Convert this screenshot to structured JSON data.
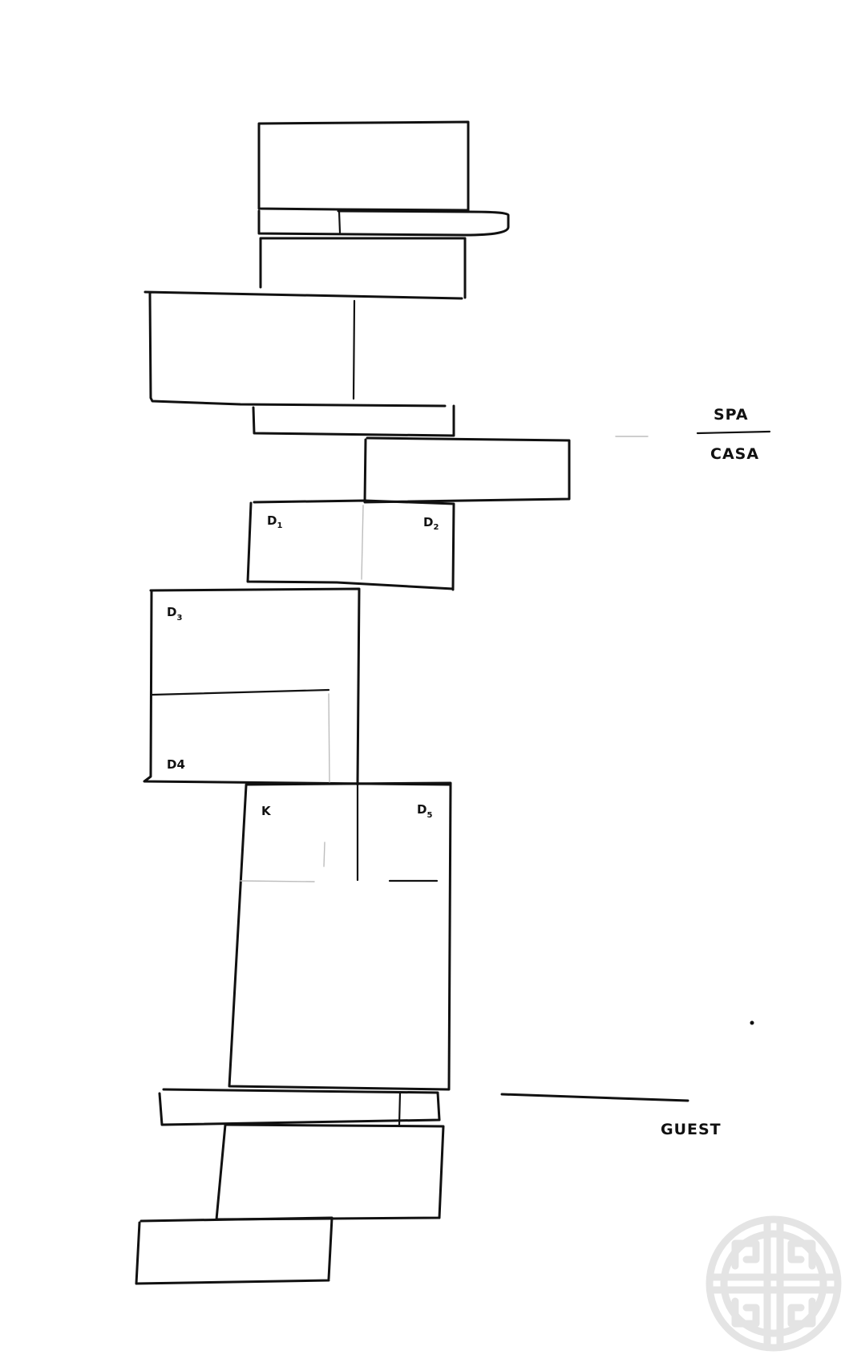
{
  "labels": {
    "spa": "SPA",
    "casa": "CASA",
    "guest": "GUEST",
    "d1": "D",
    "d1_sub": "1",
    "d2": "D",
    "d2_sub": "2",
    "d3": "D",
    "d3_sub": "3",
    "d4": "D4",
    "k": "K",
    "d5": "D",
    "d5_sub": "5"
  },
  "colors": {
    "ink": "#111111",
    "watermark": "#e4e4e4"
  },
  "watermark": {
    "icon": "shou-longevity-symbol-icon"
  }
}
